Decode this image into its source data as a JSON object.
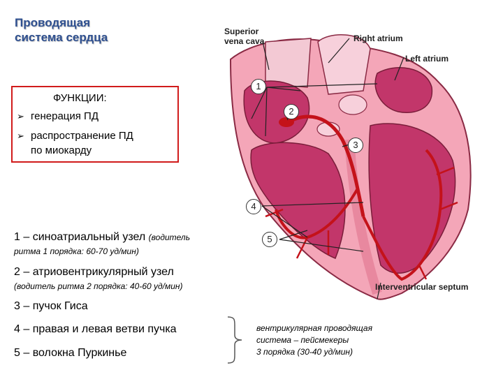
{
  "title": {
    "line1": "Проводящая",
    "line2": "система сердца"
  },
  "functions": {
    "heading": "ФУНКЦИИ:",
    "items": [
      "генерация ПД",
      "распространение ПД",
      "по миокарду"
    ]
  },
  "diagram_labels": {
    "superior_vena_cava_1": "Superior",
    "superior_vena_cava_2": "vena cava",
    "right_atrium": "Right atrium",
    "left_atrium": "Left atrium",
    "interventricular_septum": "Interventricular septum",
    "callouts": [
      "1",
      "2",
      "3",
      "4",
      "5"
    ]
  },
  "legend": {
    "item1_main": "1 – синоатриальный узел",
    "item1_paren_a": "(водитель",
    "item1_paren_b": "ритма 1 порядка: 60-70 уд/мин)",
    "item2_main": "2 – атриовентрикулярный узел",
    "item2_sub": "(водитель ритма 2 порядка: 40-60 уд/мин)",
    "item3": "3 – пучок Гиса",
    "item4": "4 – правая и левая ветви пучка",
    "item5": "5 – волокна Пуркинье"
  },
  "note": {
    "line1": "вентрикулярная проводящая",
    "line2": "система – пейсмекеры",
    "line3": "3 порядка  (30-40 уд/мин)"
  },
  "colors": {
    "title": "#2e4f8f",
    "box_border": "#d11b1b",
    "heart_outer": "#f4a6b8",
    "heart_chamber": "#c2366a",
    "conduction": "#c4121a"
  }
}
